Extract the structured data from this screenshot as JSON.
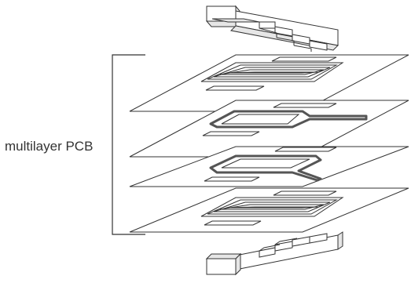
{
  "diagram": {
    "label": "multilayer PCB",
    "layers": [
      {
        "trace_type": "multi-turn-coil",
        "pads": 2
      },
      {
        "trace_type": "single-turn-loop",
        "pads": 2
      },
      {
        "trace_type": "single-turn-loop",
        "pads": 2
      },
      {
        "trace_type": "multi-turn-coil",
        "pads": 2
      }
    ],
    "cores": [
      "top-core",
      "bottom-core"
    ],
    "colors": {
      "outline": "#333333",
      "trace_bold": "#555555",
      "core_fill": "#ffffff",
      "core_shade": "#e6e6e6"
    }
  }
}
